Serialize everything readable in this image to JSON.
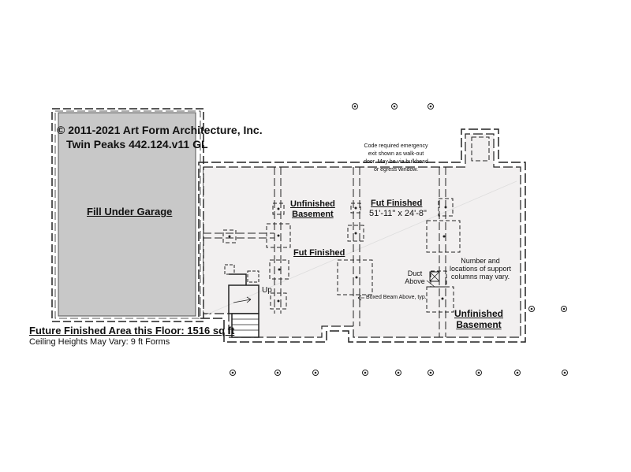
{
  "copyright": "© 2011-2021 Art Form Architecture, Inc.",
  "plan_name": "Twin Peaks 442.124.v11 GL",
  "garage_label": "Fill Under Garage",
  "rooms": {
    "unfinished_basement_1": [
      "Unfinished",
      "Basement"
    ],
    "fut_finished_left": "Fut Finished",
    "fut_finished_right": "Fut Finished",
    "unfinished_basement_2": [
      "Unfinished",
      "Basement"
    ]
  },
  "dimensions": "51'-11\" x 24'-8\"",
  "notes": {
    "egress": [
      "Code required emergency",
      "exit shown as walk-out",
      "door. May be via bulkhead",
      "or egress window."
    ],
    "columns": [
      "Number and",
      "locations of support",
      "columns may vary."
    ],
    "duct": [
      "Duct",
      "Above"
    ],
    "beam": "Boxed Beam Above, typ.",
    "stairs": "Up"
  },
  "footer": {
    "area": "Future Finished Area this Floor: 1516 sq ft",
    "ceiling": "Ceiling Heights May Vary: 9 ft Forms"
  },
  "colors": {
    "garage_fill": "#c8c8c8",
    "basement_fill": "#f2f0f0",
    "wall": "#222222"
  }
}
